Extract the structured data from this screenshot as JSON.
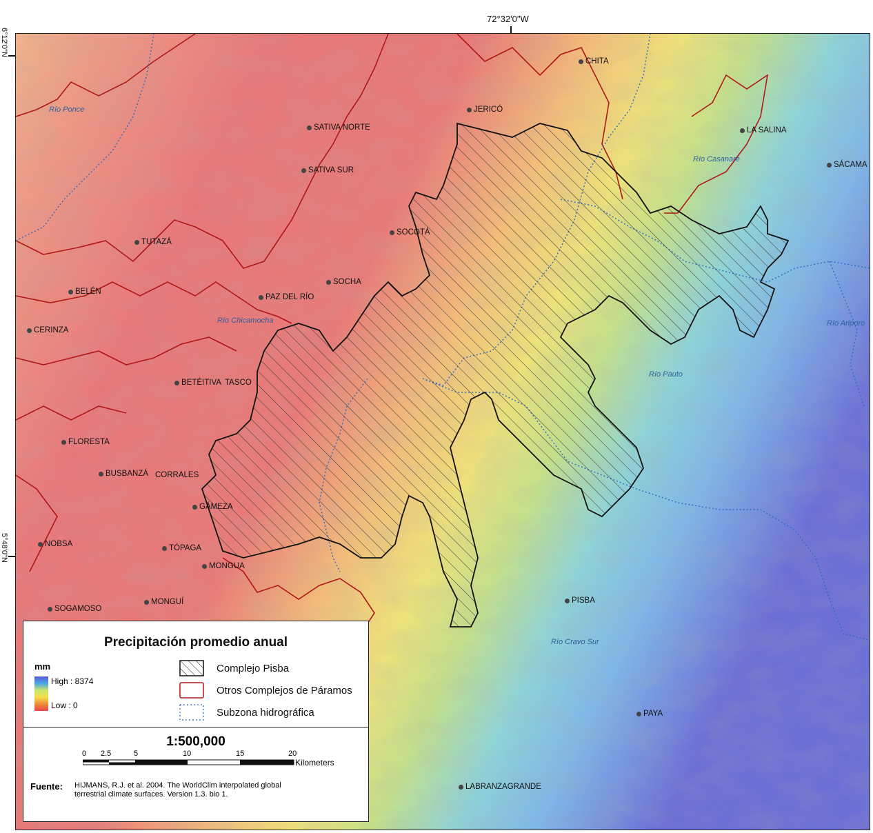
{
  "axes": {
    "top_longitude": "72°32'0\"W",
    "left_lat_top": "6°12'0\"N",
    "left_lat_bottom": "5°48'0\"N"
  },
  "places": [
    {
      "name": "CHITA"
    },
    {
      "name": "JERICÓ"
    },
    {
      "name": "LA SALINA"
    },
    {
      "name": "SÁCAMA"
    },
    {
      "name": "SATIVA NORTE"
    },
    {
      "name": "SATIVA SUR"
    },
    {
      "name": "SOCOTÁ"
    },
    {
      "name": "TUTAZÁ"
    },
    {
      "name": "BELÉN"
    },
    {
      "name": "SOCHA"
    },
    {
      "name": "PAZ DEL RÍO"
    },
    {
      "name": "CERINZA"
    },
    {
      "name": "BETÉITIVA"
    },
    {
      "name": "TASCO"
    },
    {
      "name": "FLORESTA"
    },
    {
      "name": "BUSBANZÁ"
    },
    {
      "name": "CORRALES"
    },
    {
      "name": "GÁMEZA"
    },
    {
      "name": "NOBSA"
    },
    {
      "name": "TÓPAGA"
    },
    {
      "name": "MONGUA"
    },
    {
      "name": "SOGAMOSO"
    },
    {
      "name": "MONGUÍ"
    },
    {
      "name": "PISBA"
    },
    {
      "name": "PAYA"
    },
    {
      "name": "LABRANZAGRANDE"
    }
  ],
  "rivers": [
    {
      "name": "Río Ponce"
    },
    {
      "name": "Río Casanare"
    },
    {
      "name": "Río Chicamocha"
    },
    {
      "name": "Río Pauto"
    },
    {
      "name": "Río Ariporo"
    },
    {
      "name": "Río Cravo Sur"
    }
  ],
  "legend": {
    "title": "Precipitación promedio anual",
    "unit": "mm",
    "high": "High : 8374",
    "low": "Low : 0",
    "ramp_colors": [
      "#5b5bd6",
      "#4aa7e8",
      "#c8e66a",
      "#f5e04a",
      "#f08a3a",
      "#e8474a"
    ],
    "items": [
      {
        "label": "Complejo Pisba",
        "symbol": "hatched-polygon"
      },
      {
        "label": "Otros Complejos de Páramos",
        "symbol": "red-outline"
      },
      {
        "label": "Subzona hidrográfica",
        "symbol": "blue-dotted"
      }
    ],
    "scale": "1:500,000",
    "scalebar_ticks": [
      "0",
      "2.5",
      "5",
      "10",
      "15",
      "20"
    ],
    "scalebar_unit": "Kilometers",
    "fuente_label": "Fuente:",
    "fuente_text": "HIJMANS, R.J. et al. 2004. The WorldClim interpolated global terrestrial climate surfaces. Version 1.3. bio 1."
  },
  "colors": {
    "pisba_outline": "#111111",
    "paramo_outline": "#b01818",
    "hydro_zone": "#2a6bc0"
  }
}
